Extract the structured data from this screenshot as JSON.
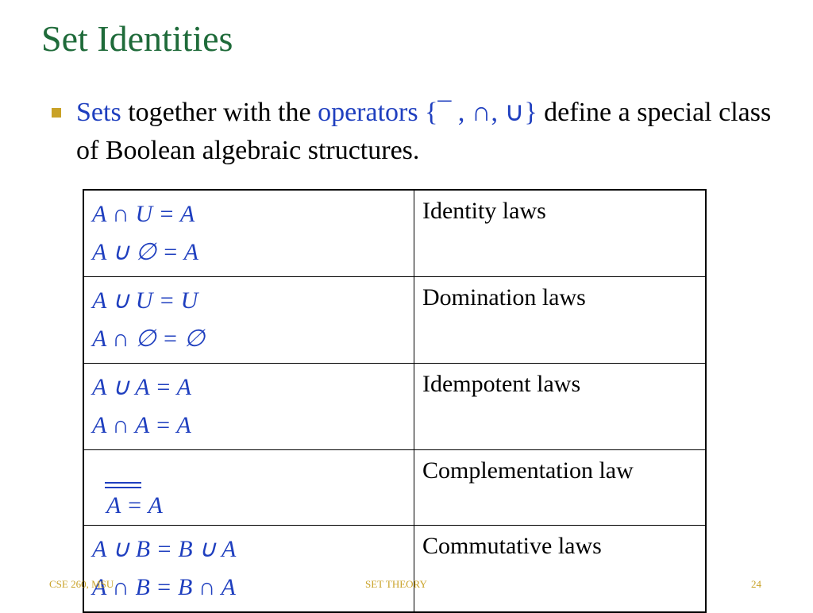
{
  "title": "Set Identities",
  "bullet": {
    "sets": "Sets",
    "text1": " together with the ",
    "operators": "operators",
    "op_set": "{¯ , ∩, ∪}",
    "text2": " define a special class of Boolean algebraic structures."
  },
  "table": {
    "rows": [
      {
        "eq1": "A ∩ U = A",
        "eq2": "A ∪ ∅ = A",
        "name": "Identity laws"
      },
      {
        "eq1": "A ∪ U = U",
        "eq2": "A ∩ ∅ = ∅",
        "name": "Domination laws"
      },
      {
        "eq1": "A ∪ A = A",
        "eq2": "A ∩ A = A",
        "name": "Idempotent laws"
      },
      {
        "eq1": "A = A",
        "name": "Complementation law"
      },
      {
        "eq1": "A ∪ B = B ∪ A",
        "eq2": "A ∩ B = B ∩ A",
        "name": "Commutative laws"
      }
    ]
  },
  "footer": {
    "left": "CSE 260, MSU",
    "center": "SET THEORY",
    "right": "24"
  },
  "colors": {
    "title": "#1f6b3a",
    "accent_blue": "#1f3fbf",
    "bullet": "#c9a227",
    "footer": "#c9a227"
  }
}
